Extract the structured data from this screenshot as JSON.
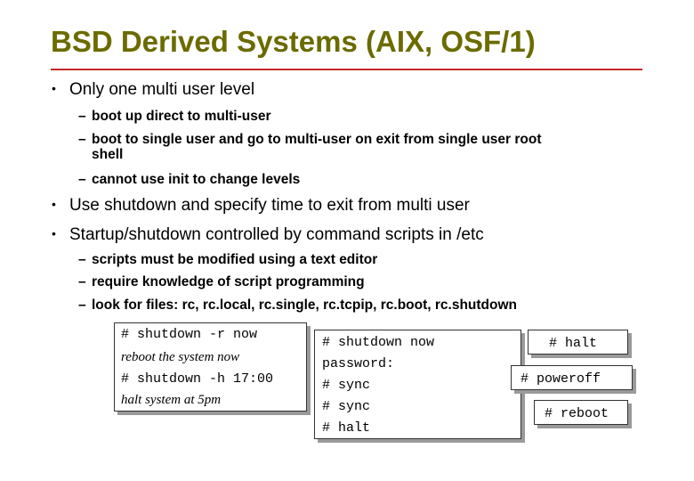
{
  "slide": {
    "title": "BSD Derived Systems (AIX, OSF/1)",
    "bullets": [
      {
        "text": "Only one multi user level",
        "subs": [
          "boot up direct to multi-user",
          "boot to single user and go to multi-user on exit from single user root",
          "shell",
          "cannot use init to change levels"
        ]
      },
      {
        "text": "Use shutdown and specify time to exit from multi user"
      },
      {
        "text": "Startup/shutdown controlled by command scripts in /etc",
        "subs": [
          "scripts must be modified using a text editor",
          "require knowledge of script programming",
          "look for files: rc, rc.local, rc.single, rc.tcpip, rc.boot, rc.shutdown"
        ]
      }
    ],
    "bullet_glyph": "•",
    "dash_glyph": "–"
  },
  "boxes": {
    "box1": {
      "lines": [
        "# shutdown -r now",
        "reboot the system now",
        "# shutdown -h 17:00",
        "halt system at 5pm"
      ]
    },
    "box2": {
      "lines": [
        "# shutdown now",
        "password:",
        "# sync",
        "# sync",
        "# halt"
      ]
    },
    "box3": {
      "text": "# halt"
    },
    "box4": {
      "text": "# poweroff"
    },
    "box5": {
      "text": "# reboot"
    }
  },
  "colors": {
    "title": "#6b6b00",
    "rule": "#c62828",
    "shadow": "#9a9a9a"
  }
}
